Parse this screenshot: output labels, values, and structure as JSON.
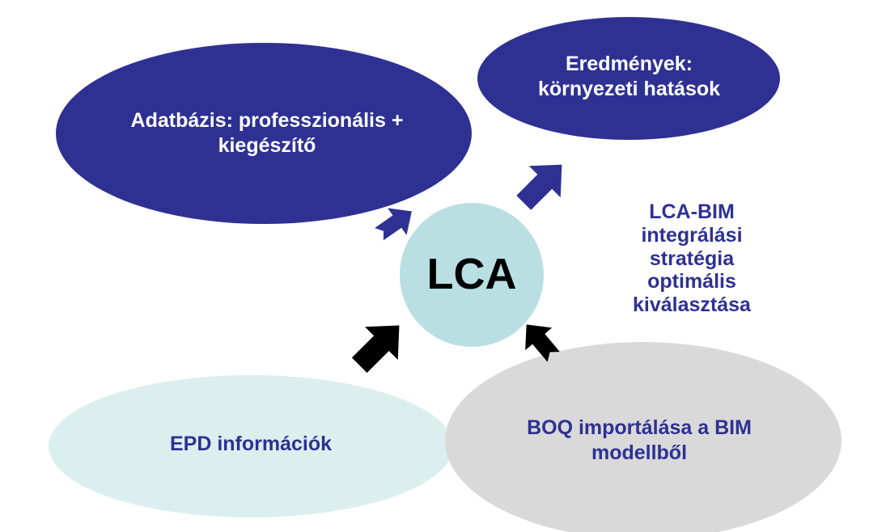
{
  "center": {
    "label": "LCA"
  },
  "nodes": {
    "database": "Adatbázis: professzionális + kiegészítő",
    "results": "Eredmények: környezeti hatások",
    "epd": "EPD információk",
    "boq": "BOQ importálása a BIM modellből"
  },
  "side_note": "LCA-BIM integrálási stratégia optimális kiválasztása",
  "colors": {
    "navy": "#2e3192",
    "center": "#b9dfe3",
    "epd": "#dcefef",
    "boq": "#d9d9d9",
    "black": "#000000"
  }
}
